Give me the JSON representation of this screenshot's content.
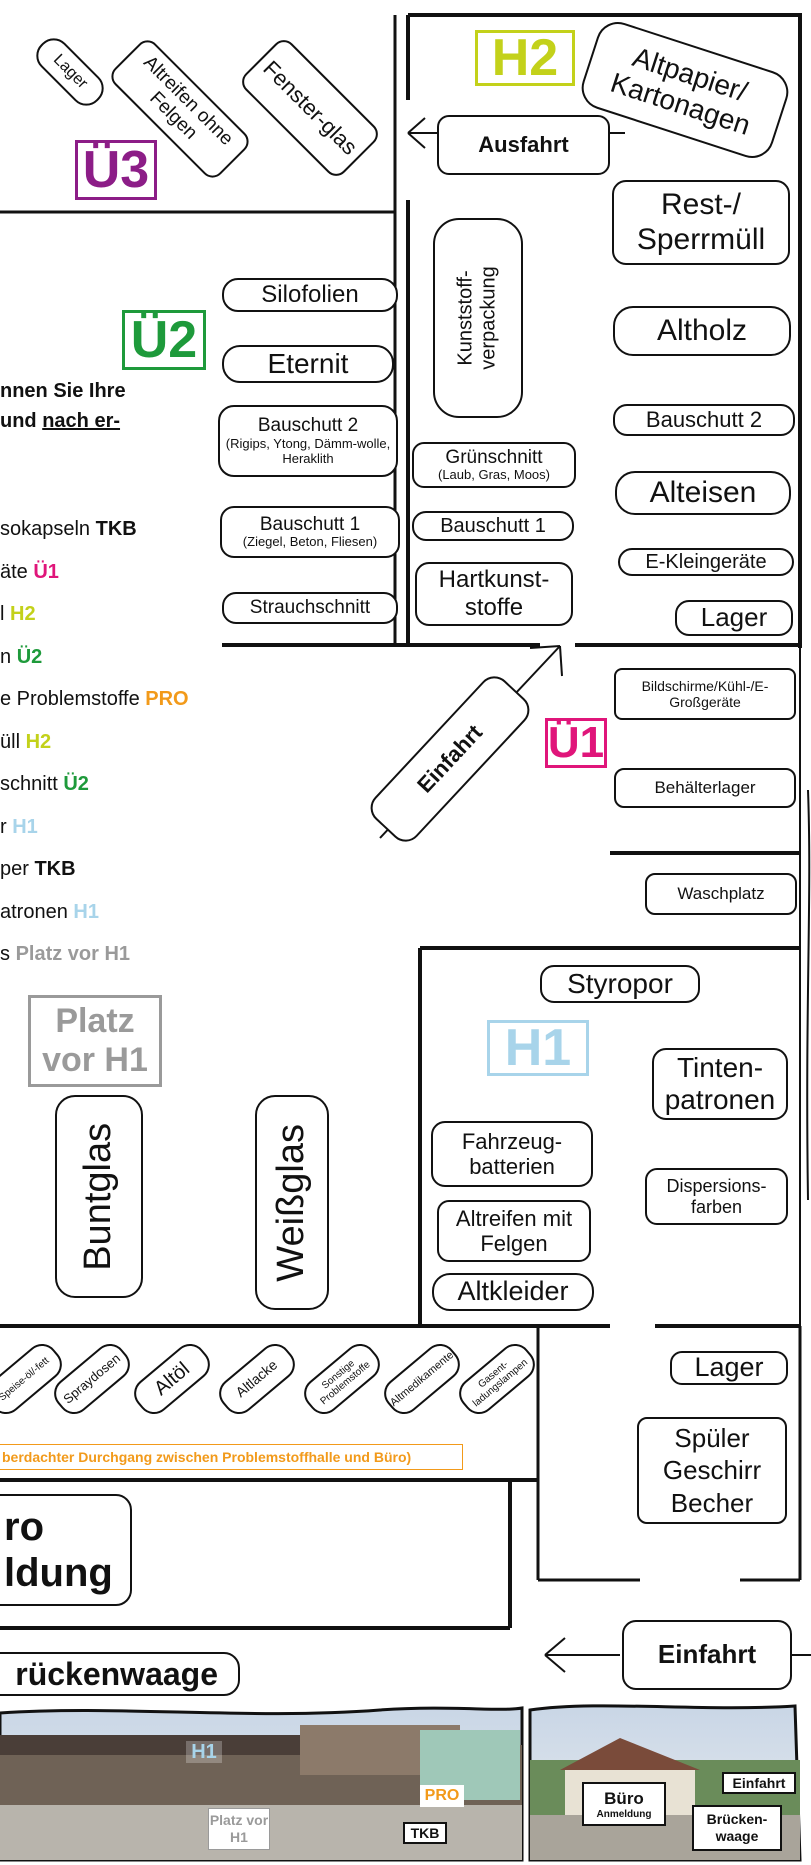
{
  "halls": {
    "h2": {
      "label": "H2",
      "color": "#c3d11a"
    },
    "u3": {
      "label": "Ü3",
      "color": "#8c1d87"
    },
    "u2": {
      "label": "Ü2",
      "color": "#1e9a3b"
    },
    "u1": {
      "label": "Ü1",
      "color": "#e0157a"
    },
    "h1": {
      "label": "H1",
      "color": "#a8d4ea"
    }
  },
  "colors": {
    "pro": "#f29a1a",
    "grey": "#9a9a9a"
  },
  "top_left": {
    "lager": "Lager",
    "altreifen": "Altreifen ohne Felgen",
    "fensterglas": "Fenster-glas"
  },
  "altpapier": "Altpapier/ Kartonagen",
  "ausfahrt": "Ausfahrt",
  "u2_items": {
    "silofolien": "Silofolien",
    "eternit": "Eternit",
    "bauschutt2_title": "Bauschutt 2",
    "bauschutt2_sub": "(Rigips, Ytong, Dämm-wolle, Heraklith",
    "bauschutt1_title": "Bauschutt 1",
    "bauschutt1_sub": "(Ziegel, Beton, Fliesen)",
    "strauchschnitt": "Strauchschnitt"
  },
  "middle_items": {
    "kunststoff": "Kunststoff-verpackung",
    "gruenschnitt_title": "Grünschnitt",
    "gruenschnitt_sub": "(Laub, Gras, Moos)",
    "bauschutt1": "Bauschutt 1",
    "hartkunststoffe": "Hartkunst-stoffe"
  },
  "h2_items": {
    "restmuell": "Rest-/ Sperrmüll",
    "altholz": "Altholz",
    "bauschutt2": "Bauschutt 2",
    "alteisen": "Alteisen",
    "kleingeraete": "E-Kleingeräte",
    "lager": "Lager"
  },
  "intro": {
    "line1": "nnen Sie Ihre",
    "line2_a": " und ",
    "line2_b": "nach er-"
  },
  "legend": [
    {
      "text": "sokapseln ",
      "tag": "TKB",
      "color": "#111111"
    },
    {
      "text": "äte ",
      "tag": "Ü1",
      "color": "#e0157a"
    },
    {
      "text": "l ",
      "tag": "H2",
      "color": "#c3d11a"
    },
    {
      "text": "n ",
      "tag": "Ü2",
      "color": "#1e9a3b"
    },
    {
      "text": "e Problemstoffe ",
      "tag": "PRO",
      "color": "#f29a1a"
    },
    {
      "text": "üll ",
      "tag": "H2",
      "color": "#c3d11a"
    },
    {
      "text": "schnitt ",
      "tag": "Ü2",
      "color": "#1e9a3b"
    },
    {
      "text": "r ",
      "tag": "H1",
      "color": "#a8d4ea"
    },
    {
      "text": "per ",
      "tag": "TKB",
      "color": "#111111"
    },
    {
      "text": "atronen ",
      "tag": "H1",
      "color": "#a8d4ea"
    },
    {
      "text": "s ",
      "tag": "Platz vor H1",
      "color": "#9a9a9a"
    }
  ],
  "platz": "Platz vor H1",
  "buntglas": "Buntglas",
  "weissglas": "Weißglas",
  "einfahrt_mid": "Einfahrt",
  "u1_items": {
    "bildschirme": "Bildschirme/Kühl-/E-Großgeräte",
    "behaelterlager": "Behälterlager",
    "waschplatz": "Waschplatz"
  },
  "h1_items": {
    "styropor": "Styropor",
    "tintenpatronen": "Tinten-patronen",
    "fahrzeugbatterien": "Fahrzeug-batterien",
    "dispersionsfarben": "Dispersions-farben",
    "altreifen_felgen": "Altreifen mit Felgen",
    "altkleider": "Altkleider"
  },
  "pro_items": [
    "Speise-öl/-fett",
    "Spraydosen",
    "Altöl",
    "Altlacke",
    "Sonstige Problemstoffe",
    "Altmedikamente",
    "Gasent-ladungslampen"
  ],
  "durchgang": "berdachter Durchgang zwischen Problemstoffhalle und Büro)",
  "buero": {
    "line1": "ro",
    "line2": "ldung"
  },
  "lager_right": "Lager",
  "spueler": "Spüler Geschirr Becher",
  "einfahrt_bottom": "Einfahrt",
  "brueckenwaage": "rückenwaage",
  "photo": {
    "h1": "H1",
    "platz": "Platz vor H1",
    "pro": "PRO",
    "tkb": "TKB",
    "buero": "Büro",
    "anmeldung": "Anmeldung",
    "einfahrt": "Einfahrt",
    "brueckenwaage": "Brücken-waage"
  }
}
